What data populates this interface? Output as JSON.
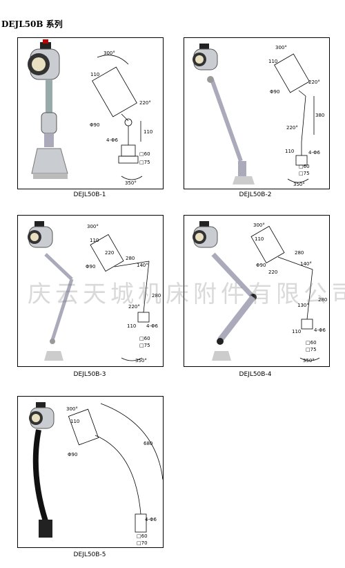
{
  "series_title": "DEJL50B 系列",
  "watermark": "庆云天城机床附件有限公司",
  "panels": [
    {
      "caption": "DEJL50B-1",
      "dims": {
        "a": "300°",
        "b": "110",
        "c": "220°",
        "d": "Φ90",
        "e": "110",
        "f": "4-Φ6",
        "g": "□60",
        "h": "□75",
        "i": "350°"
      }
    },
    {
      "caption": "DEJL50B-2",
      "dims": {
        "a": "300°",
        "b": "110",
        "c": "220°",
        "d": "Φ90",
        "e": "380",
        "f": "220°",
        "g": "110",
        "h": "4-Φ6",
        "i": "□60",
        "j": "□75",
        "k": "350°"
      }
    },
    {
      "caption": "DEJL50B-3",
      "dims": {
        "a": "300°",
        "b": "110",
        "c": "220",
        "d": "Φ90",
        "e": "280",
        "f": "140°",
        "g": "220°",
        "h": "280",
        "i": "110",
        "j": "4-Φ6",
        "k": "□60",
        "l": "□75",
        "m": "350°"
      }
    },
    {
      "caption": "DEJL50B-4",
      "dims": {
        "a": "300°",
        "b": "110",
        "c": "280",
        "d": "Φ90",
        "e": "220",
        "f": "140°",
        "g": "130°",
        "h": "280",
        "i": "110",
        "j": "4-Φ6",
        "k": "□60",
        "l": "□75",
        "m": "350°"
      }
    },
    {
      "caption": "DEJL50B-5",
      "dims": {
        "a": "300°",
        "b": "110",
        "c": "Φ90",
        "d": "680",
        "e": "4-Φ6",
        "f": "□60",
        "g": "□70"
      }
    }
  ]
}
